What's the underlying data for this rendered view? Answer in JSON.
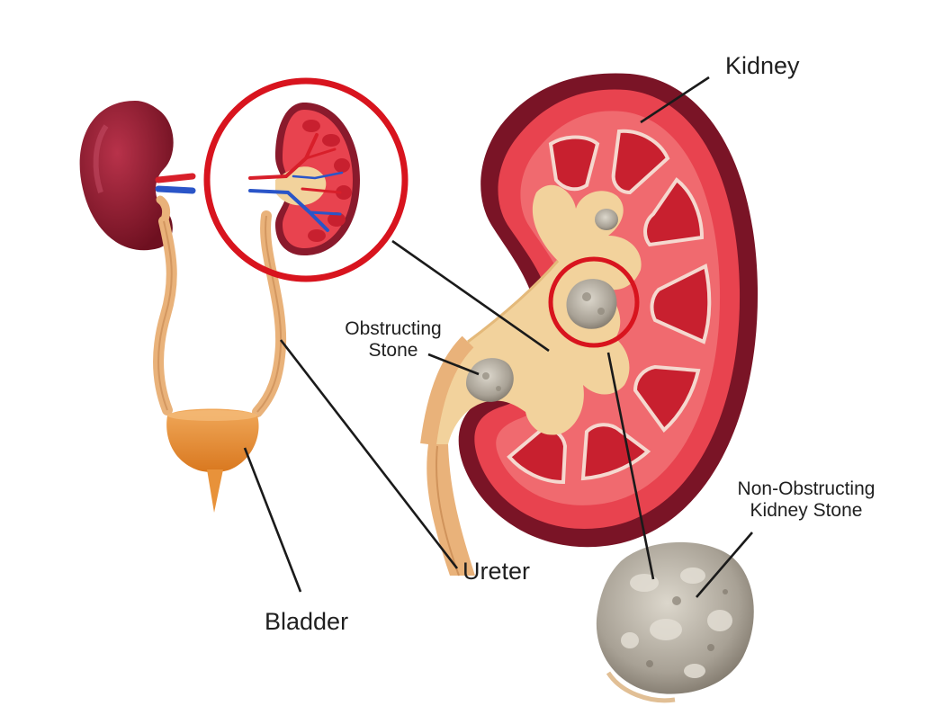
{
  "labels": {
    "kidney": "Kidney",
    "obstructing_stone": [
      "Obstructing",
      "Stone"
    ],
    "non_obstructing_stone": [
      "Non-Obstructing",
      "Kidney Stone"
    ],
    "ureter": "Ureter",
    "bladder": "Bladder"
  },
  "colors": {
    "kidney_dark": "#8a1a2c",
    "kidney_cortex": "#e8434f",
    "kidney_pyramid": "#c8202f",
    "pelvis": "#f2d29c",
    "ureter": "#e9b27a",
    "bladder": "#e8923a",
    "stone": "#b5afa3",
    "highlight_circle": "#d8141e",
    "artery": "#d81f2a",
    "vein": "#2a55c8"
  }
}
